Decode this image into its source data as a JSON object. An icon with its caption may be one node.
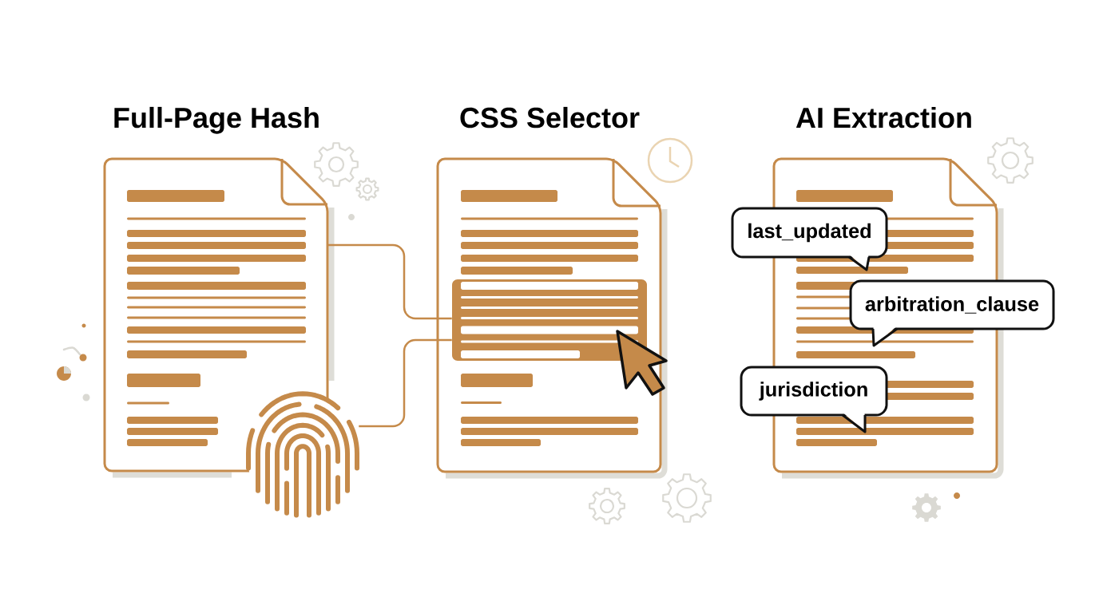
{
  "diagram": {
    "nodes": [
      {
        "text": [
          "Full-Page Hash"
        ]
      },
      {
        "text": [],
        "shape": "picture"
      },
      {
        "text": [
          "CSS Selector"
        ]
      },
      {
        "text": [],
        "shape": "box",
        "in": 2
      },
      {
        "text": [
          "AI Extraction"
        ]
      },
      {
        "text": [
          "last_updated"
        ]
      },
      {
        "text": [
          "arbitration_clause"
        ]
      },
      {
        "text": [
          "jurisdiction"
        ]
      }
    ],
    "edges": [
      {
        "from": 0,
        "to": 3,
        "arrow": "none"
      },
      {
        "from": 1,
        "to": 3,
        "arrow": "none"
      }
    ]
  }
}
